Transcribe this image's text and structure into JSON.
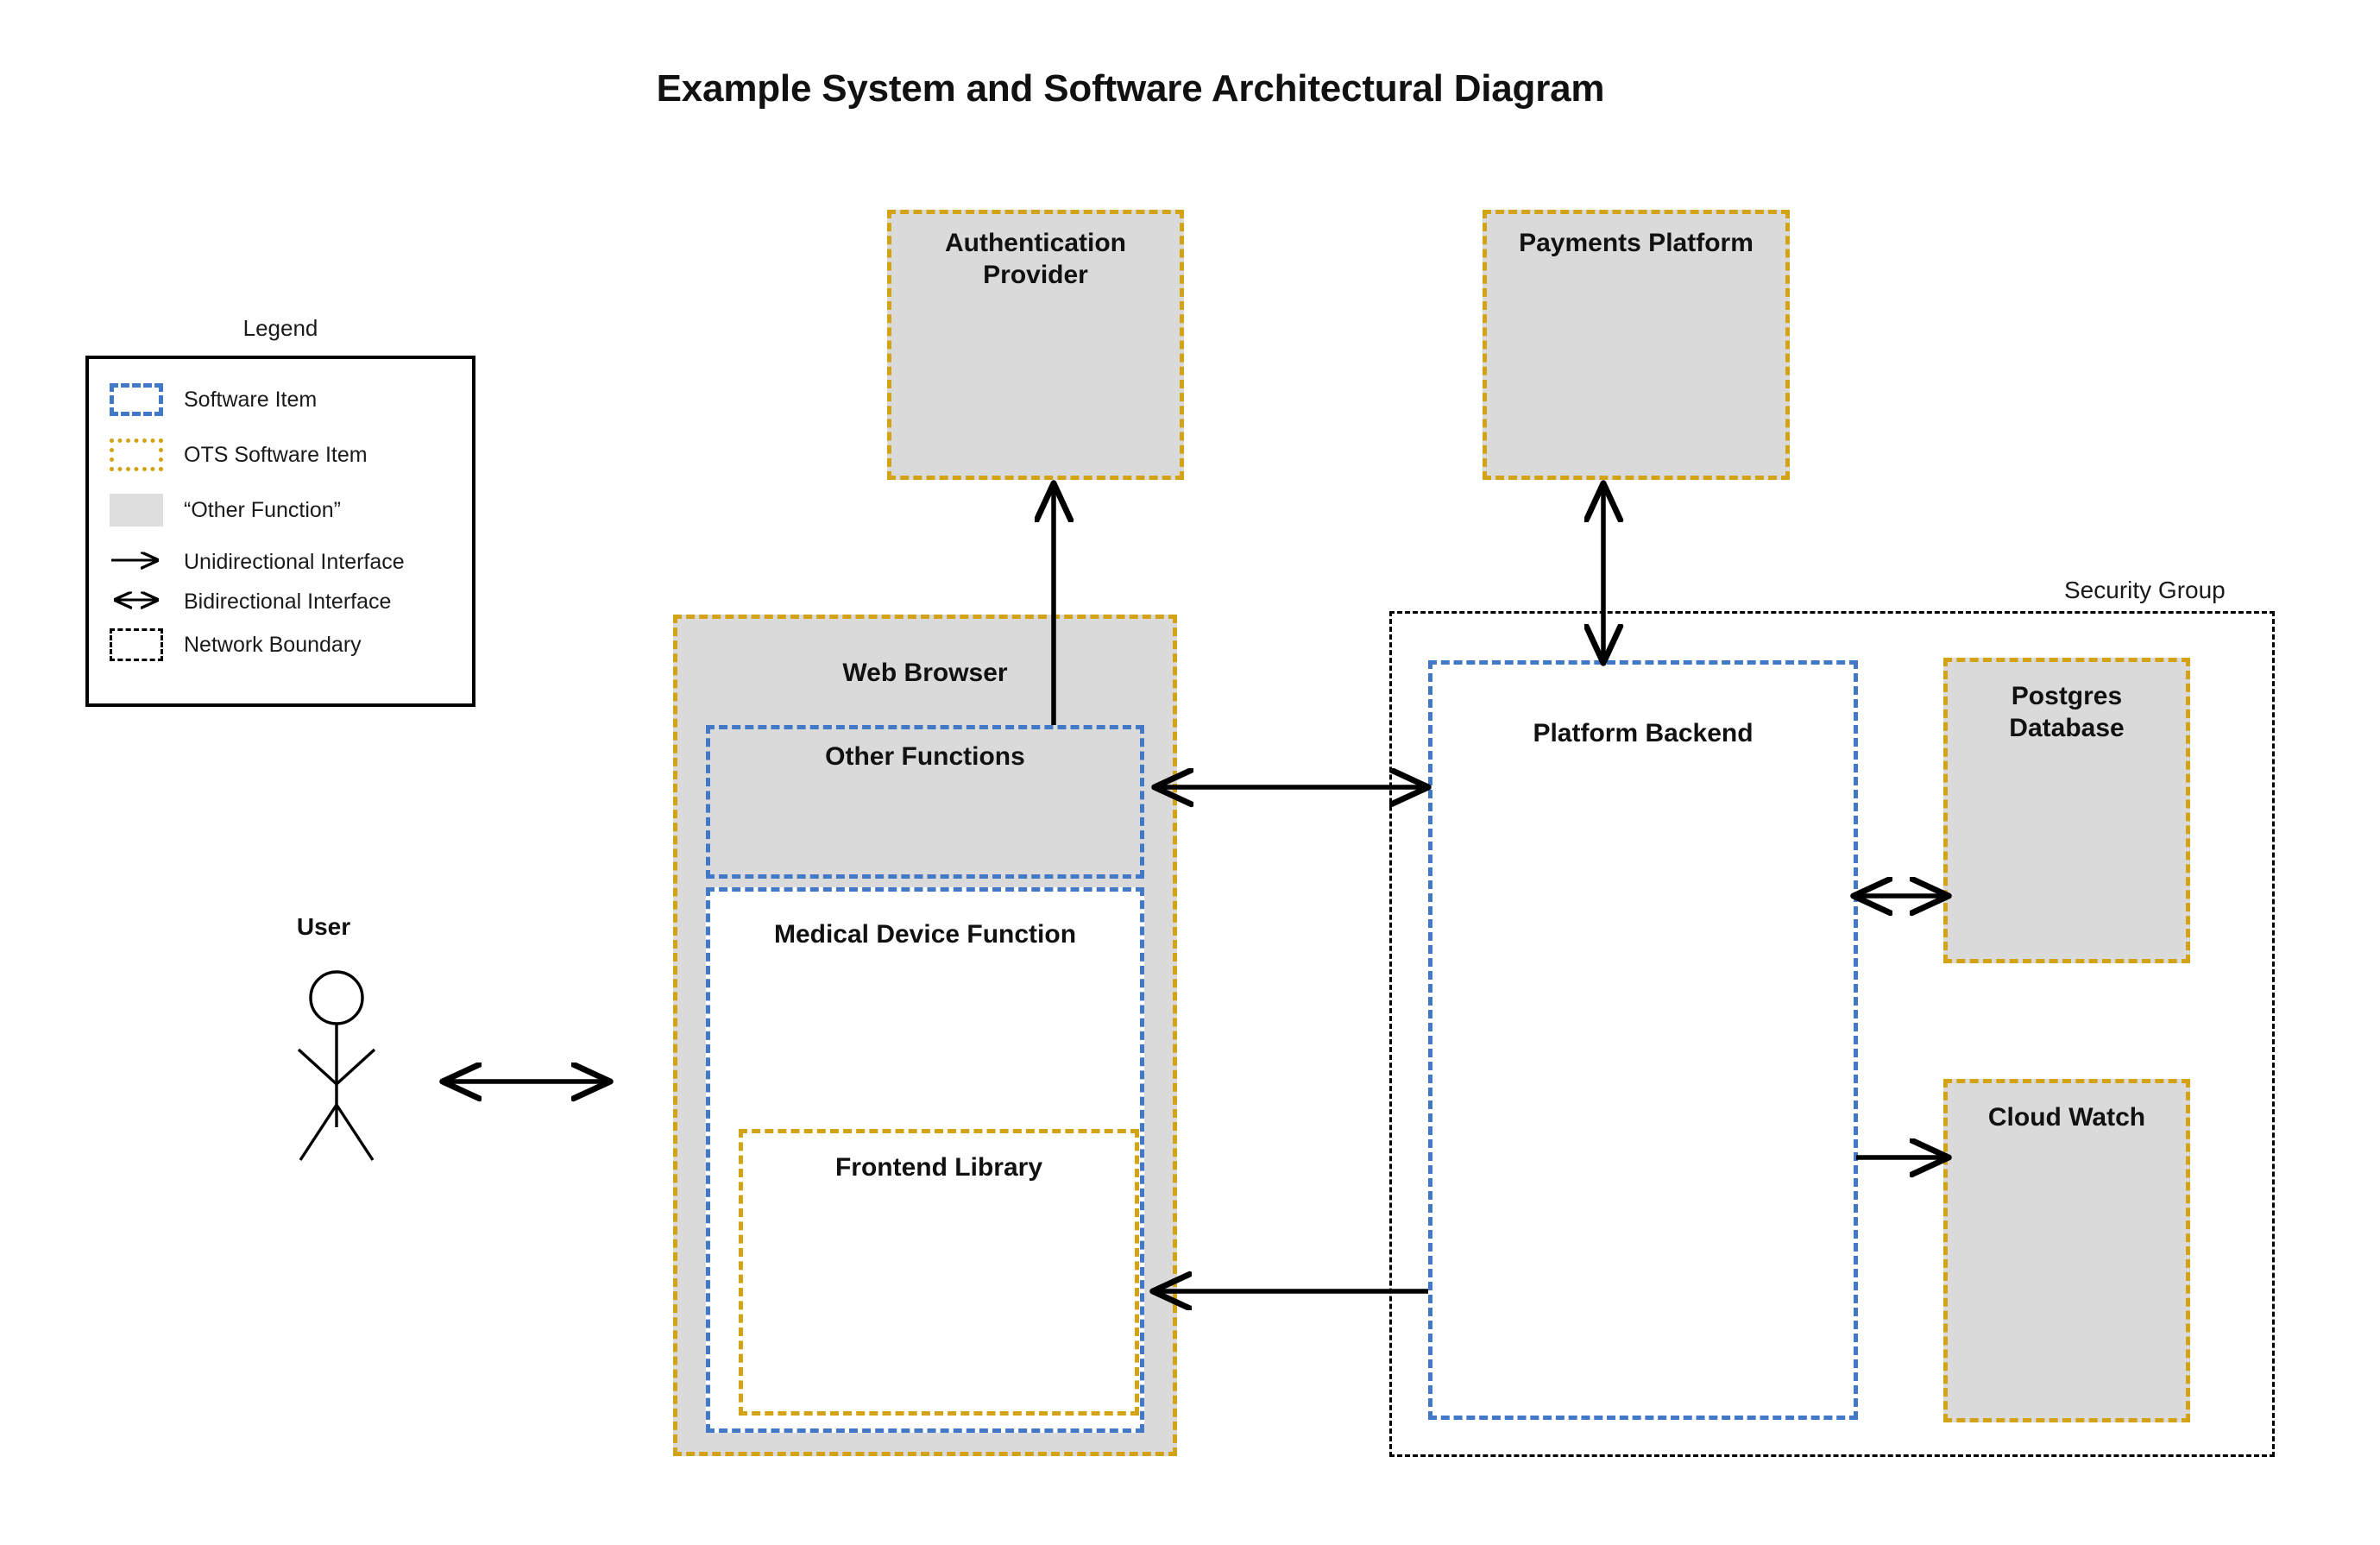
{
  "diagram": {
    "title": "Example System and Software Architectural Diagram"
  },
  "legend": {
    "heading": "Legend",
    "items": [
      {
        "key": "software-item",
        "label": "Software Item",
        "swatch": "blue-dashed-box"
      },
      {
        "key": "ots-software-item",
        "label": "OTS Software Item",
        "swatch": "gold-dotted-box"
      },
      {
        "key": "other-function",
        "label": "“Other Function”",
        "swatch": "grey-filled-box"
      },
      {
        "key": "unidirectional-interface",
        "label": "Unidirectional Interface",
        "swatch": "single-head-arrow"
      },
      {
        "key": "bidirectional-interface",
        "label": "Bidirectional Interface",
        "swatch": "double-head-arrow"
      },
      {
        "key": "network-boundary",
        "label": "Network Boundary",
        "swatch": "black-dotted-box"
      }
    ]
  },
  "actor": {
    "label": "User"
  },
  "groups": {
    "security_group": {
      "label": "Security Group",
      "type": "network-boundary"
    }
  },
  "nodes": {
    "authentication_provider": {
      "label": "Authentication\nProvider",
      "line1": "Authentication",
      "line2": "Provider",
      "type": "ots-software-item",
      "fill": "other-function"
    },
    "payments_platform": {
      "label": "Payments Platform",
      "type": "ots-software-item",
      "fill": "other-function"
    },
    "web_browser": {
      "label": "Web Browser",
      "type": "ots-software-item",
      "fill": "other-function"
    },
    "other_functions": {
      "label": "Other Functions",
      "type": "software-item",
      "fill": "other-function"
    },
    "medical_device_function": {
      "label": "Medical Device Function",
      "type": "software-item",
      "fill": "none"
    },
    "frontend_library": {
      "label": "Frontend Library",
      "type": "ots-software-item",
      "fill": "none"
    },
    "platform_backend": {
      "label": "Platform Backend",
      "type": "software-item",
      "fill": "none"
    },
    "postgres_database": {
      "label": "Postgres\nDatabase",
      "line1": "Postgres",
      "line2": "Database",
      "type": "ots-software-item",
      "fill": "other-function"
    },
    "cloud_watch": {
      "label": "Cloud Watch",
      "type": "ots-software-item",
      "fill": "other-function"
    }
  },
  "connections": [
    {
      "from": "user",
      "to": "web_browser",
      "kind": "bidirectional"
    },
    {
      "from": "other_functions",
      "to": "authentication_provider",
      "kind": "unidirectional"
    },
    {
      "from": "payments_platform",
      "to": "platform_backend",
      "kind": "bidirectional"
    },
    {
      "from": "other_functions",
      "to": "platform_backend",
      "kind": "bidirectional"
    },
    {
      "from": "platform_backend",
      "to": "medical_device_function",
      "kind": "unidirectional"
    },
    {
      "from": "platform_backend",
      "to": "postgres_database",
      "kind": "bidirectional"
    },
    {
      "from": "platform_backend",
      "to": "cloud_watch",
      "kind": "unidirectional"
    }
  ],
  "colors": {
    "software_item_border": "#4178c8",
    "ots_software_item_border": "#d4a315",
    "other_function_fill": "#dadada",
    "network_boundary_border": "#000000",
    "connector": "#000000",
    "text": "#111111",
    "background": "#ffffff"
  }
}
